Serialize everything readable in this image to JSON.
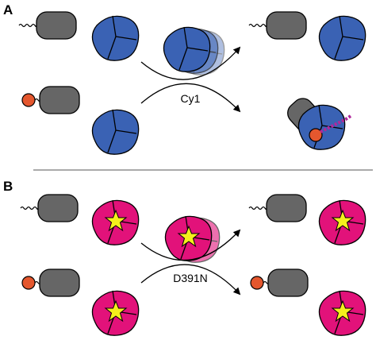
{
  "panels": [
    {
      "label": "A",
      "enzyme_label": "Cy1",
      "colors": {
        "enzyme": "#3a62b4",
        "partner": "#666666",
        "tag": "#e4572e",
        "ligand": "#b0289c"
      }
    },
    {
      "label": "B",
      "enzyme_label": "D391N",
      "colors": {
        "enzyme": "#e2127a",
        "partner": "#666666",
        "tag": "#e4572e",
        "star": "#f5ef1c"
      }
    }
  ]
}
